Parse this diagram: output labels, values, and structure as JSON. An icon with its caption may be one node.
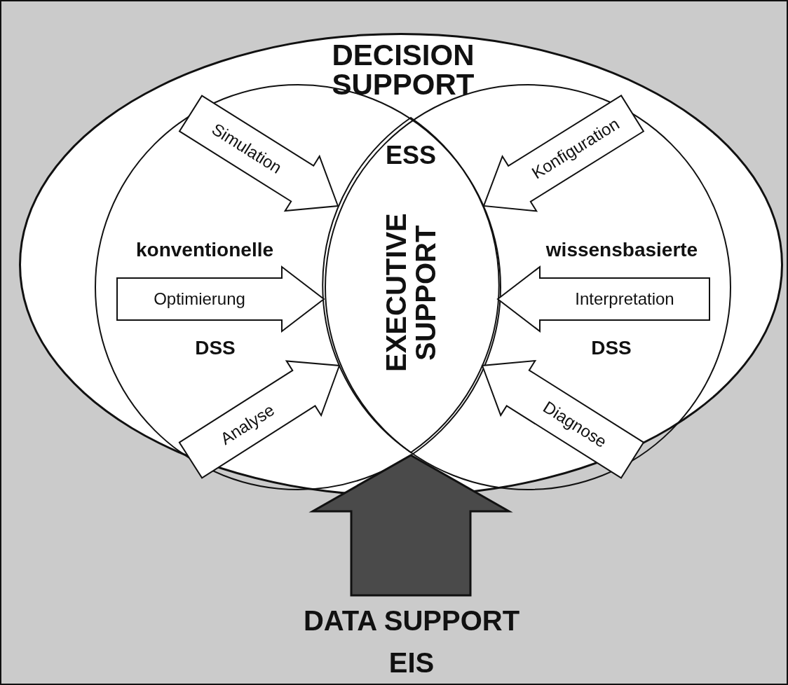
{
  "diagram": {
    "nodes": [
      {
        "text": [
          "DECISION SUPPORT"
        ]
      },
      {
        "text": [
          "konventionelle",
          "DSS"
        ],
        "in": 0
      },
      {
        "text": [
          "wissensbasierte",
          "DSS"
        ],
        "in": 0
      },
      {
        "text": [
          "ESS",
          "EXECUTIVE SUPPORT"
        ]
      },
      {
        "text": [
          "DATA SUPPORT",
          "EIS"
        ]
      }
    ],
    "edges": [
      {
        "from": null,
        "to": 3,
        "arrow": "to",
        "label": "Simulation"
      },
      {
        "from": null,
        "to": 3,
        "arrow": "to",
        "label": "Optimierung"
      },
      {
        "from": null,
        "to": 3,
        "arrow": "to",
        "label": "Analyse"
      },
      {
        "from": null,
        "to": 3,
        "arrow": "to",
        "label": "Konfiguration"
      },
      {
        "from": null,
        "to": 3,
        "arrow": "to",
        "label": "Interpretation"
      },
      {
        "from": null,
        "to": 3,
        "arrow": "to",
        "label": "Diagnose"
      },
      {
        "from": 4,
        "to": 3,
        "arrow": "to",
        "style": "thick",
        "color": "#4a4a4a"
      }
    ]
  }
}
